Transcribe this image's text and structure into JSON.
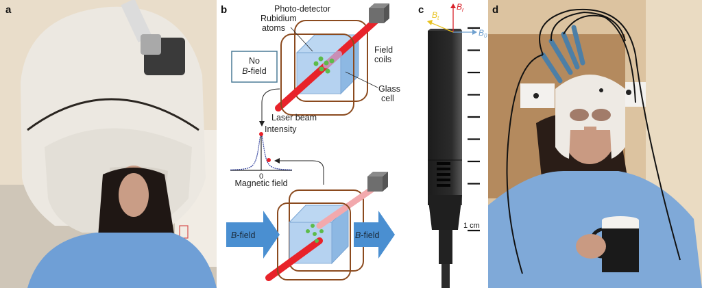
{
  "figure": {
    "panels": [
      {
        "id": "a",
        "label": "a",
        "description": "Person seated under a conventional MEG scanner helmet"
      },
      {
        "id": "b",
        "label": "b",
        "description": "Schematic of optically pumped magnetometer principle"
      },
      {
        "id": "c",
        "label": "c",
        "description": "OPM sensor with field axes and 1 cm scale"
      },
      {
        "id": "d",
        "label": "d",
        "description": "Person wearing 3D-printed helmet with OPM sensors holding a mug"
      }
    ]
  },
  "panel_b": {
    "photo_detector": "Photo-detector",
    "rubidium_atoms": "Rubidium atoms",
    "rubidium_line1": "Rubidium",
    "rubidium_line2": "atoms",
    "field_coils_line1": "Field",
    "field_coils_line2": "coils",
    "glass_cell_line1": "Glass",
    "glass_cell_line2": "cell",
    "laser_beam": "Laser beam",
    "no_field_line1": "No",
    "no_field_line2_italic": "B",
    "no_field_line2_rest": "-field",
    "intensity": "Intensity",
    "zero": "0",
    "magnetic_field": "Magnetic field",
    "bfield_left_italic": "B",
    "bfield_left_rest": "-field",
    "bfield_right_italic": "B",
    "bfield_right_rest": "-field"
  },
  "panel_c": {
    "axis_r": "B",
    "axis_r_sub": "r",
    "axis_t": "B",
    "axis_t_sub": "t",
    "axis_0": "B",
    "axis_0_sub": "0",
    "scale_label": "1 cm",
    "scale_ticks": 9
  },
  "colors": {
    "laser": "#e8232a",
    "laser_faded": "#f2a9ad",
    "coil": "#8b4a1e",
    "glass": "#9dc3ea",
    "bfield_arrow": "#4a8fd1",
    "box_border": "#4a7a96",
    "axis_r": "#d9232b",
    "axis_t": "#e8c21f",
    "axis_0": "#6fa0cf",
    "detector": "#6e6e6e",
    "lorentzian": "#2a3a9a"
  }
}
